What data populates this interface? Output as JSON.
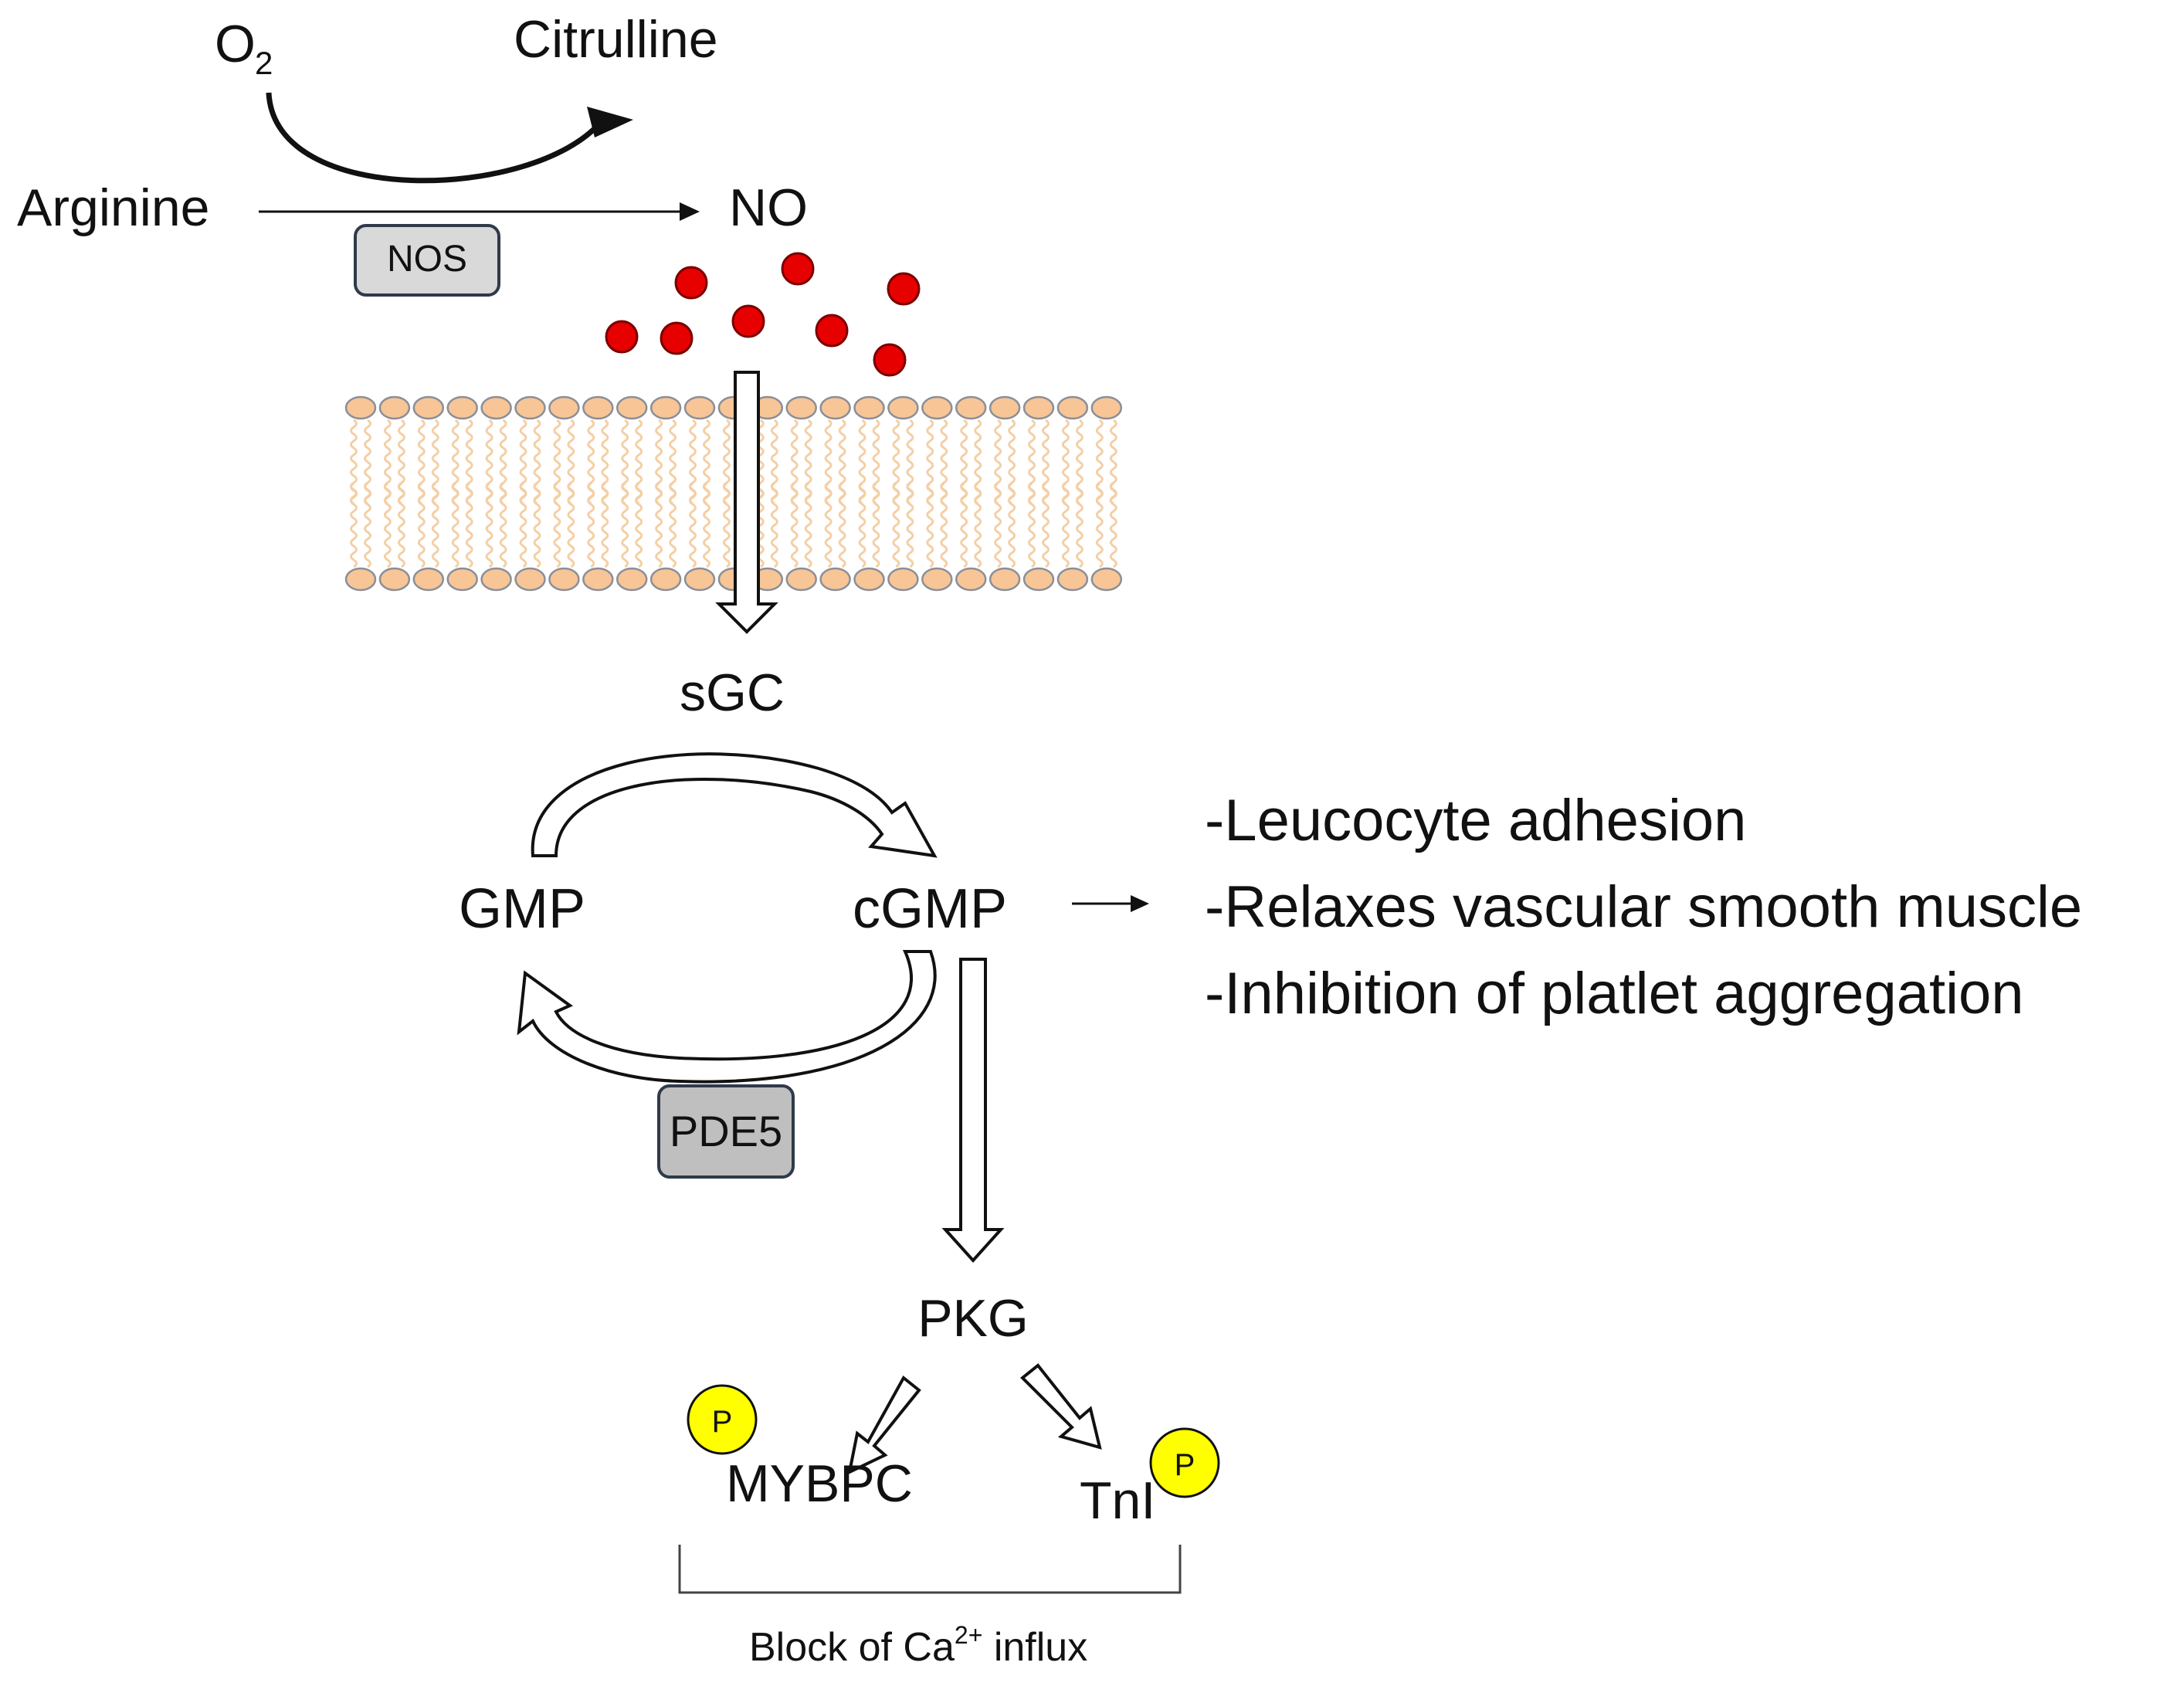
{
  "labels": {
    "o2": "O",
    "o2_sub": "2",
    "citrulline": "Citrulline",
    "arginine": "Arginine",
    "no": "NO",
    "nos": "NOS",
    "sgc": "sGC",
    "gmp": "GMP",
    "cgmp": "cGMP",
    "pde5": "PDE5",
    "pkg": "PKG",
    "mybpc": "MYBPC",
    "tni": "TnI",
    "phospho": "P",
    "block_prefix": "Block of Ca",
    "block_sup": "2+",
    "block_suffix": " influx"
  },
  "effects": [
    "-Leucocyte adhesion",
    "-Relaxes vascular smooth muscle",
    "-Inhibition of platlet aggregation"
  ],
  "colors": {
    "no_dot": "#e60000",
    "lipid_head": "#f7c596",
    "lipid_tail": "#f4cfa5",
    "enzyme_box_nos": "#d9d9d9",
    "enzyme_box_pde5": "#bfbfbf",
    "box_border": "#2f3a4a",
    "phosphate": "#ffff00"
  },
  "icons": {
    "no_molecule": "red-dot",
    "phosphate": "yellow-circle-p",
    "membrane": "lipid-bilayer"
  }
}
